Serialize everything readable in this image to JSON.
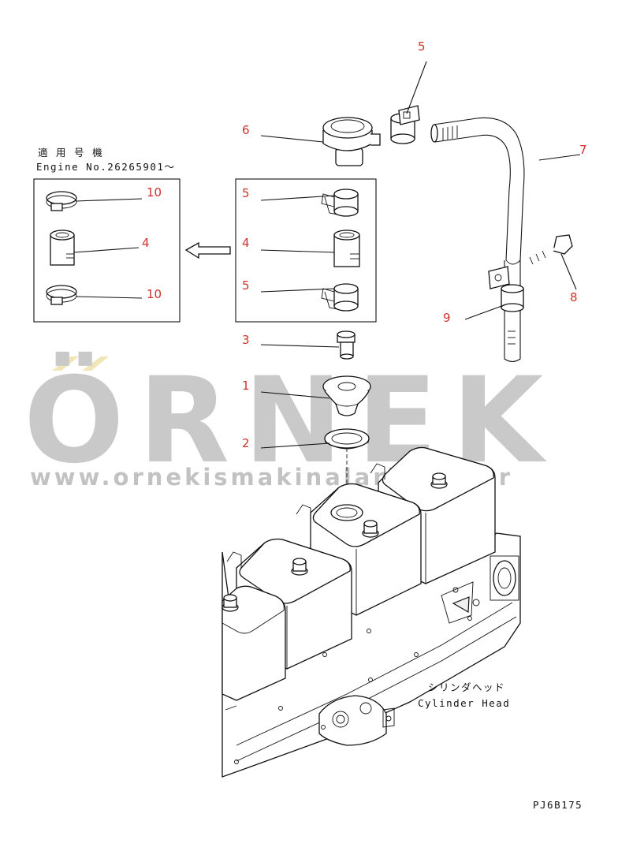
{
  "applicability": {
    "jp_heading": "適 用 号 機",
    "engine_range": "Engine No.26265901～"
  },
  "callouts": {
    "inset_top_clamp": "10",
    "inset_hose": "4",
    "inset_bottom_clamp": "10",
    "main_top_clamp": "5",
    "main_hose": "4",
    "main_bottom_clamp": "5",
    "pipe_joint": "3",
    "grommet": "1",
    "o_ring": "2",
    "breather": "6",
    "clamp_above": "5",
    "tube": "7",
    "bolt": "8",
    "bracket": "9"
  },
  "cylinder_head": {
    "jp_label": "シリンダヘッド",
    "en_label": "Cylinder Head"
  },
  "watermark": {
    "brand": "ÖRNEK",
    "url": "www.ornekismakinalari.com.tr"
  },
  "drawing_code": "PJ6B175",
  "colors": {
    "callout": "#d0312d",
    "watermark": "#c9c9c9",
    "watermark_accent": "#f1e6b8"
  }
}
